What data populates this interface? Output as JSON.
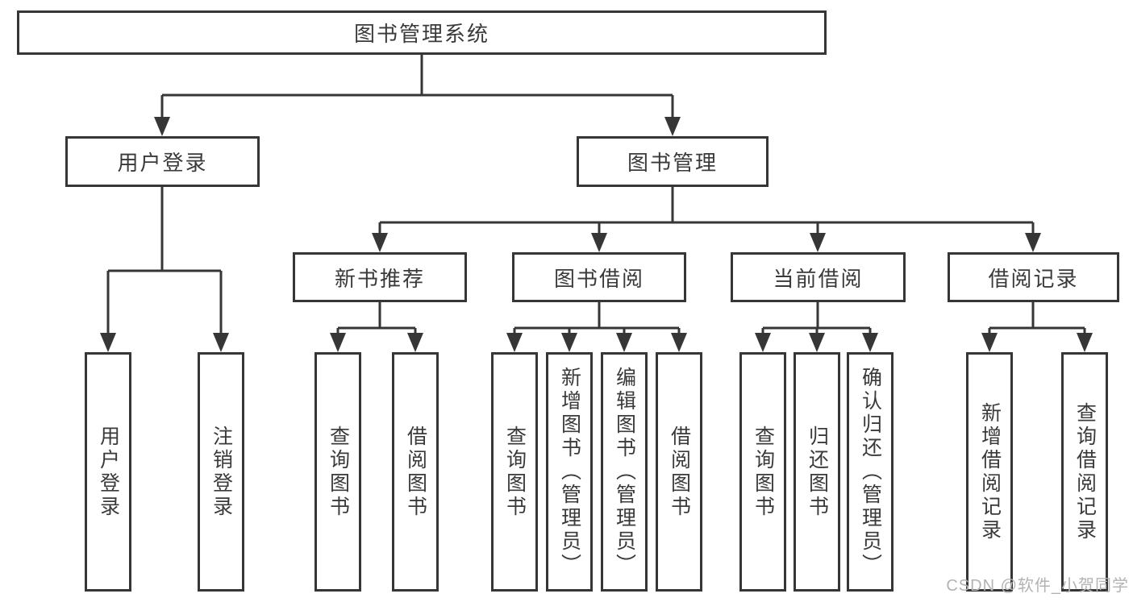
{
  "diagram": {
    "type": "tree",
    "title": "图书管理系统",
    "colors": {
      "line": "#363636",
      "text": "#3a3a3a",
      "background": "#ffffff",
      "watermark": "#b3b3b3"
    },
    "nodes": {
      "root": {
        "label": "图书管理系统",
        "level": 1
      },
      "user_login": {
        "label": "用户登录",
        "level": 2
      },
      "book_mgmt": {
        "label": "图书管理",
        "level": 2
      },
      "new_book_rec": {
        "label": "新书推荐",
        "level": 3
      },
      "book_borrow": {
        "label": "图书借阅",
        "level": 3
      },
      "current_borrow": {
        "label": "当前借阅",
        "level": 3
      },
      "borrow_records": {
        "label": "借阅记录",
        "level": 3
      },
      "leaf_user_login": {
        "label": "用户登录",
        "level": 4
      },
      "leaf_logout": {
        "label": "注销登录",
        "level": 4
      },
      "leaf_rec_query": {
        "label": "查询图书",
        "level": 4
      },
      "leaf_rec_borrow": {
        "label": "借阅图书",
        "level": 4
      },
      "leaf_bb_query": {
        "label": "查询图书",
        "level": 4
      },
      "leaf_bb_add": {
        "label": "新增图书（管理员）",
        "level": 4
      },
      "leaf_bb_edit": {
        "label": "编辑图书（管理员）",
        "level": 4
      },
      "leaf_bb_borrow": {
        "label": "借阅图书",
        "level": 4
      },
      "leaf_cb_query": {
        "label": "查询图书",
        "level": 4
      },
      "leaf_cb_return": {
        "label": "归还图书",
        "level": 4
      },
      "leaf_cb_confirm": {
        "label": "确认归还（管理员）",
        "level": 4
      },
      "leaf_br_add": {
        "label": "新增借阅记录",
        "level": 4
      },
      "leaf_br_query": {
        "label": "查询借阅记录",
        "level": 4
      }
    },
    "hierarchy": {
      "图书管理系统": [
        "用户登录",
        "图书管理"
      ],
      "用户登录": [
        "用户登录",
        "注销登录"
      ],
      "图书管理": [
        "新书推荐",
        "图书借阅",
        "当前借阅",
        "借阅记录"
      ],
      "新书推荐": [
        "查询图书",
        "借阅图书"
      ],
      "图书借阅": [
        "查询图书",
        "新增图书（管理员）",
        "编辑图书（管理员）",
        "借阅图书"
      ],
      "当前借阅": [
        "查询图书",
        "归还图书",
        "确认归还（管理员）"
      ],
      "借阅记录": [
        "新增借阅记录",
        "查询借阅记录"
      ]
    },
    "watermark": {
      "text": "CSDN @软件_小贺同学"
    }
  }
}
